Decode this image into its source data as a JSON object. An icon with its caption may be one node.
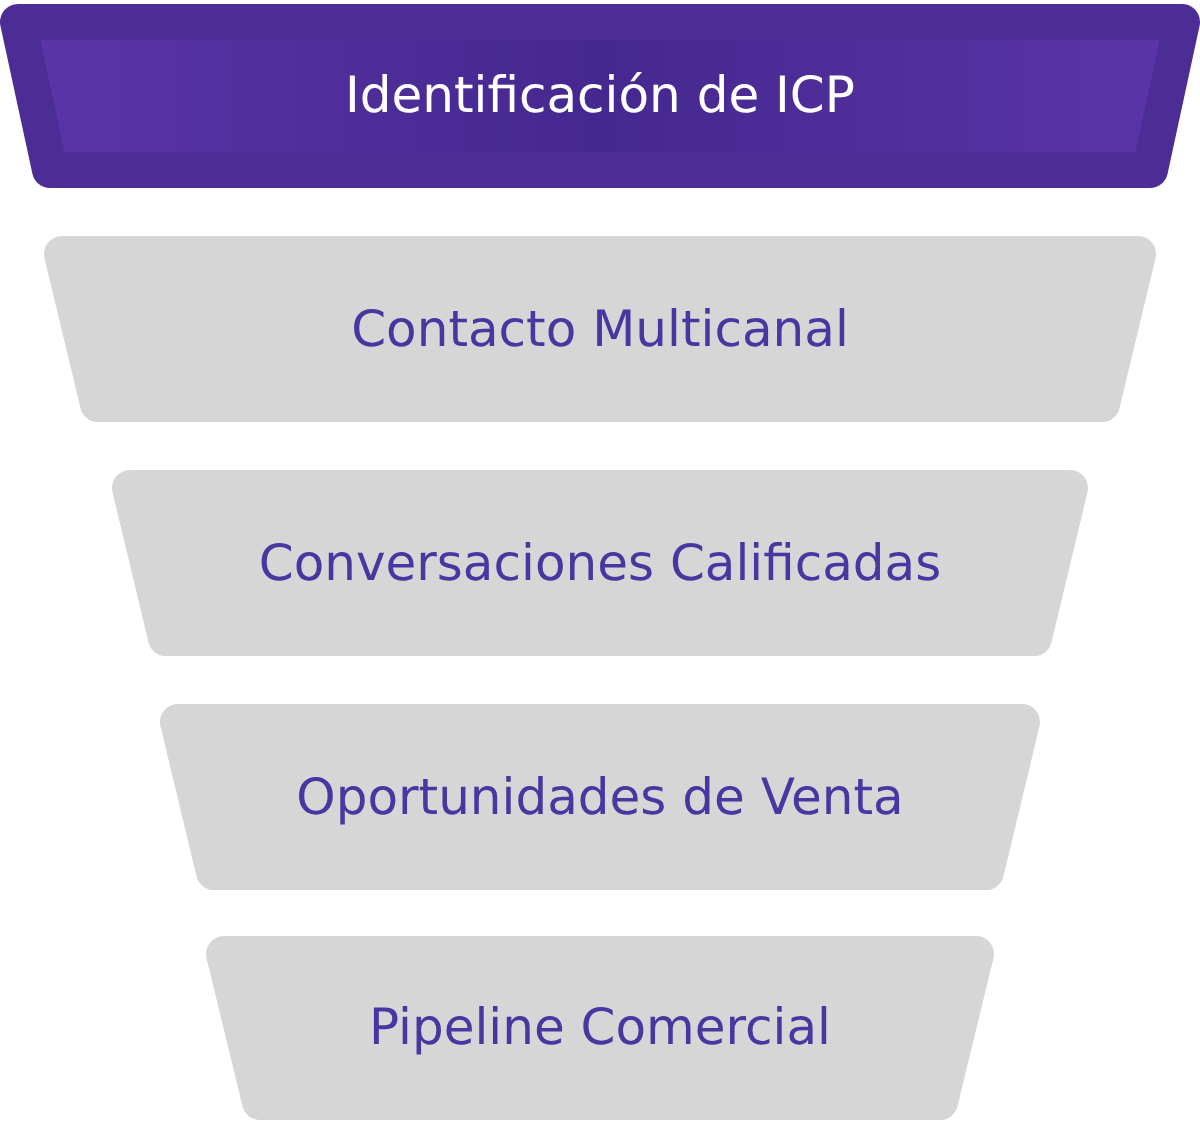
{
  "diagram": {
    "nodes": [
      {
        "text": [
          "Identificación de ICP"
        ]
      },
      {
        "text": [
          "Contacto Multicanal"
        ]
      },
      {
        "text": [
          "Conversaciones Calificadas"
        ]
      },
      {
        "text": [
          "Oportunidades de Venta"
        ]
      },
      {
        "text": [
          "Pipeline Comercial"
        ]
      }
    ]
  }
}
